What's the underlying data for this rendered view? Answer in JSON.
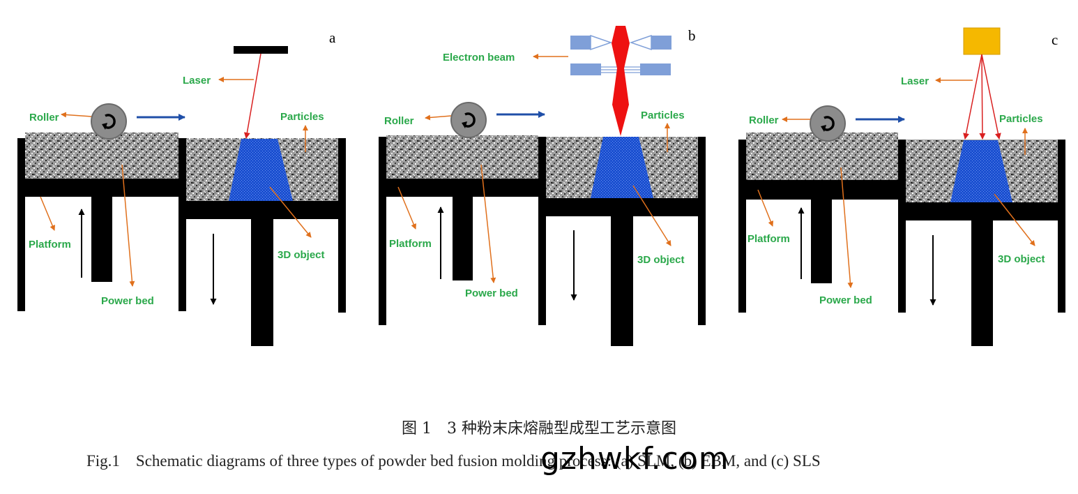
{
  "panels": [
    {
      "letter": "a",
      "laser_label": "Laser",
      "roller_label": "Roller",
      "particles_label": "Particles",
      "platform_label": "Platform",
      "object_label": "3D object",
      "bed_label": "Power bed"
    },
    {
      "letter": "b",
      "beam_label": "Electron beam",
      "roller_label": "Roller",
      "particles_label": "Particles",
      "platform_label": "Platform",
      "object_label": "3D object",
      "bed_label": "Power bed"
    },
    {
      "letter": "c",
      "laser_label": "Laser",
      "roller_label": "Roller",
      "particles_label": "Particles",
      "platform_label": "Platform",
      "object_label": "3D object",
      "bed_label": "Power bed"
    }
  ],
  "caption_cn": "图 1　3 种粉末床熔融型成型工艺示意图",
  "caption_en": "Fig.1    Schematic diagrams of three types of powder bed fusion molding process: (a) SLM, (b) EBM, and (c) SLS",
  "watermark": "gzhwkf.com",
  "colors": {
    "label_green": "#2aa84a",
    "pointer_orange": "#e0701c",
    "arrow_blue": "#1f4fa8",
    "object_blue": "#1a4fd0",
    "laser_red": "#d92020",
    "beam_red": "#ee1111",
    "gun_blue": "#7f9fd8",
    "laser_source_yellow": "#f5b800",
    "structure_black": "#000000"
  }
}
